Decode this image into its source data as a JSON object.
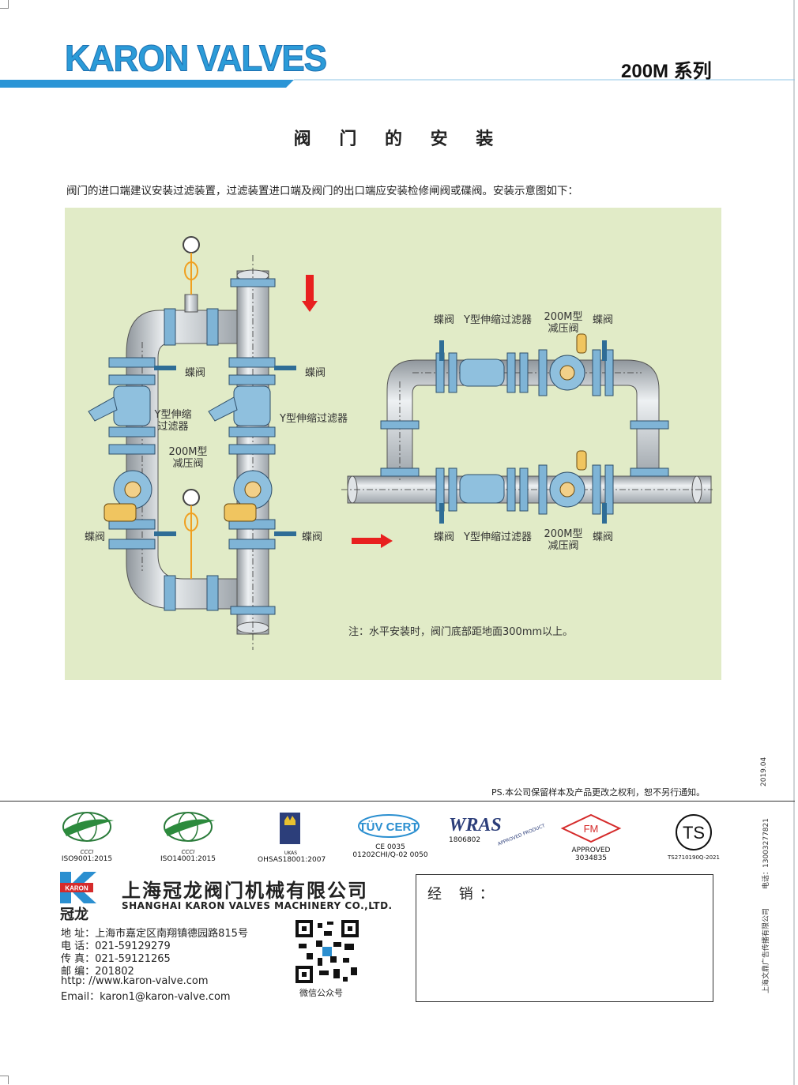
{
  "header": {
    "brand": "KARON VALVES",
    "series": "200M 系列"
  },
  "title": "阀 门 的 安 装",
  "intro": "阀门的进口端建议安装过滤装置，过滤装置进口端及阀门的出口端应安装检修闸阀或碟阀。安装示意图如下：",
  "diagram_labels": {
    "butterfly": "蝶阀",
    "y_filter": "Y型伸缩过滤器",
    "y_filter_a": "Y型伸缩",
    "y_filter_b": "过滤器",
    "prv_a": "200M型",
    "prv_b": "减压阀"
  },
  "note": "注：水平安装时，阀门底部距地面300mm以上。",
  "ps": "PS.本公司保留样本及产品更改之权利，恕不另行通知。",
  "side": {
    "date": "2019.04",
    "phone": "电话：13003277821",
    "printer": "上海文鼎广告传播有限公司"
  },
  "certs": [
    {
      "name": "ISO9001:2015",
      "mark": "CCCI"
    },
    {
      "name": "ISO14001:2015",
      "mark": "CCCI"
    },
    {
      "name": "OHSAS18001:2007",
      "mark": "UKAS"
    },
    {
      "name": "CE 0035",
      "sub": "01202CHI/Q-02 0050",
      "mark": "TÜV CERT"
    },
    {
      "name": "1806802",
      "mark": "WRAS",
      "sub": "APPROVED PRODUCT"
    },
    {
      "name": "APPROVED",
      "sub": "3034835",
      "mark": "FM"
    },
    {
      "name": "TS2710190Q-2021",
      "mark": "TS"
    }
  ],
  "company": {
    "logo_letters": "KARON",
    "logo_cn": "冠龙",
    "cn": "上海冠龙阀门机械有限公司",
    "en": "SHANGHAI KARON VALVES MACHINERY CO.,LTD.",
    "address": "地 址：上海市嘉定区南翔镇德园路815号",
    "tel": "电 话：021-59129279",
    "fax": "传 真：021-59121265",
    "zip": "邮 编：201802",
    "http": "http:   //www.karon-valve.com",
    "email": "Email：karon1@karon-valve.com",
    "qr_caption": "微信公众号"
  },
  "dealer_label": "经 销："
}
